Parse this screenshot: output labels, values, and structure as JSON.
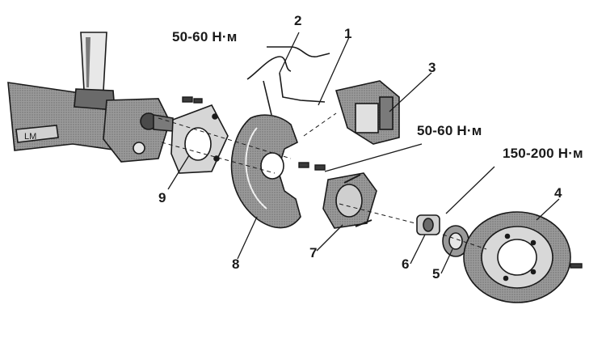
{
  "callouts": {
    "c1": "1",
    "c2": "2",
    "c3": "3",
    "c4": "4",
    "c5": "5",
    "c6": "6",
    "c7": "7",
    "c8": "8",
    "c9": "9"
  },
  "torques": {
    "shield_bolts": "50-60 Н·м",
    "caliper_bolts": "50-60 Н·м",
    "hub_nut": "150-200 Н·м"
  },
  "colors": {
    "ink": "#1a1a1a",
    "shade": "#6f6f6f",
    "light_shade": "#bdbdbd",
    "paper": "#ffffff"
  }
}
